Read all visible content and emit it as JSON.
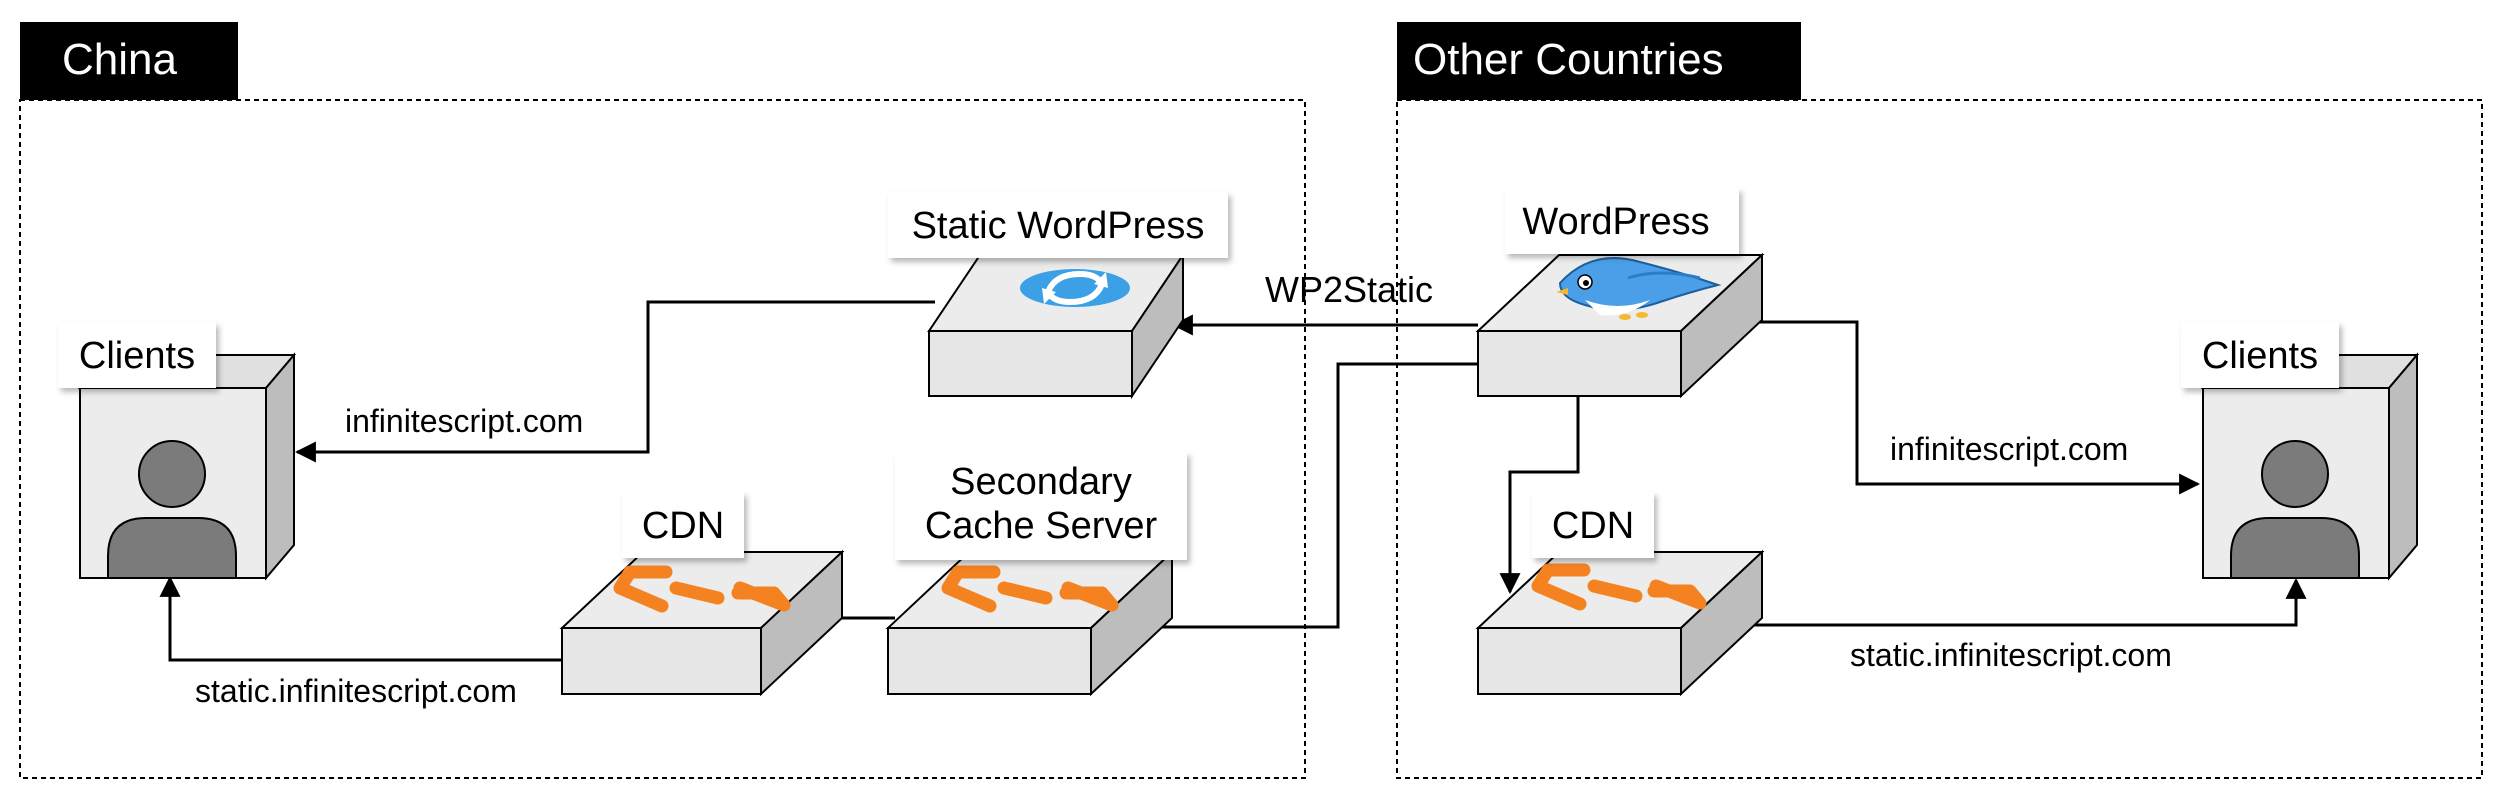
{
  "regions": {
    "china": {
      "title": "China"
    },
    "other": {
      "title": "Other Countries"
    }
  },
  "nodes": {
    "china_clients": {
      "label": "Clients"
    },
    "static_wordpress": {
      "label": "Static WordPress"
    },
    "secondary_cache": {
      "label_line1": "Secondary",
      "label_line2": "Cache Server"
    },
    "china_cdn": {
      "label": "CDN"
    },
    "wordpress": {
      "label": "WordPress"
    },
    "other_cdn": {
      "label": "CDN"
    },
    "other_clients": {
      "label": "Clients"
    }
  },
  "edges": {
    "wp2static": "WP2Static",
    "china_main": "infinitescript.com",
    "china_static": "static.infinitescript.com",
    "other_main": "infinitescript.com",
    "other_static": "static.infinitescript.com"
  },
  "colors": {
    "region_header_bg": "#000000",
    "region_header_text": "#ffffff",
    "server_top": "#ececec",
    "server_front": "#e6e6e6",
    "server_side": "#bdbdbd",
    "client_front": "#ececec",
    "client_side": "#bdbdbd",
    "person": "#7b7b7b",
    "cdn_orange": "#f58220",
    "refresh_blue": "#3ca0e6",
    "bird_blue": "#4a9fe8",
    "line": "#000000"
  }
}
